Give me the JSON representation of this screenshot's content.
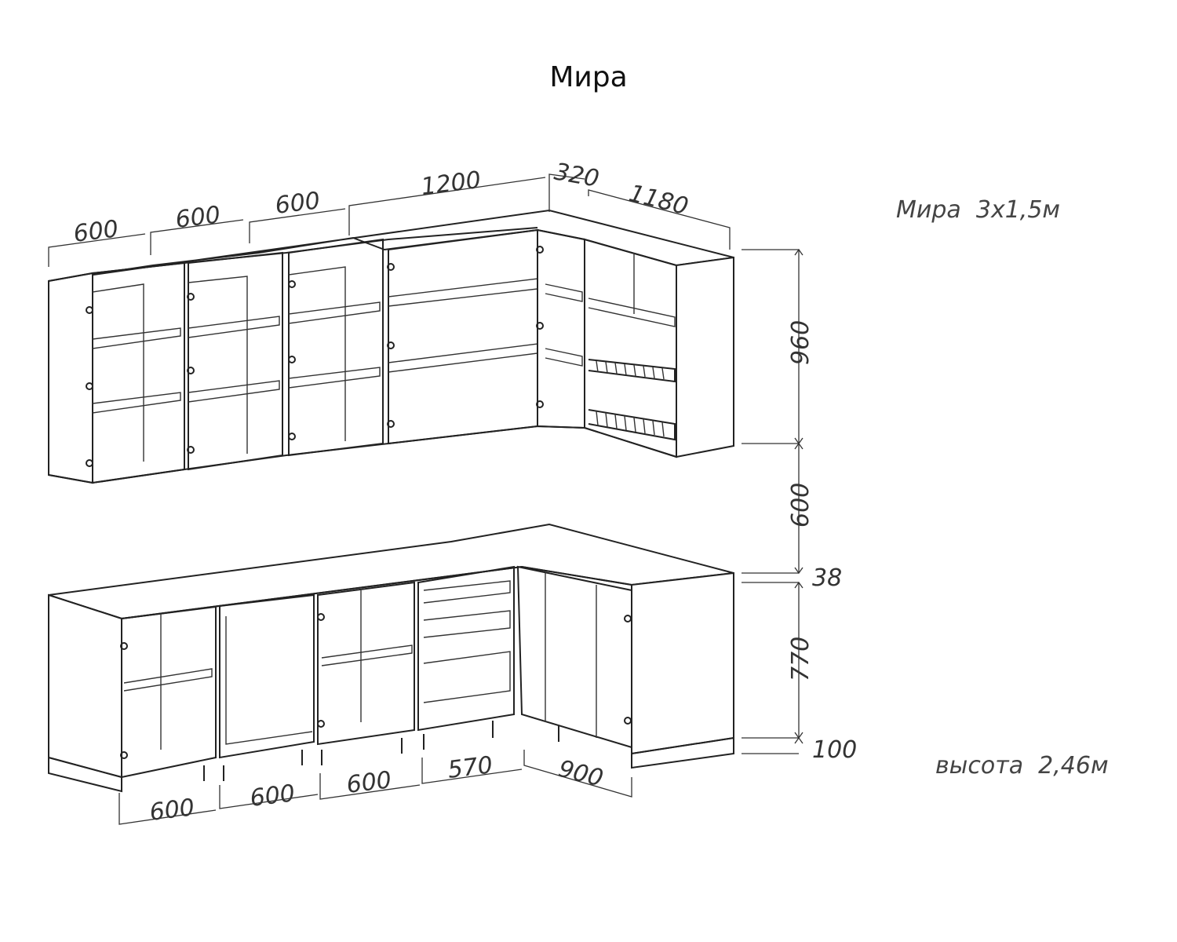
{
  "title": "Мира",
  "notes": {
    "size": "Мира  3х1,5м",
    "height": "высота  2,46м"
  },
  "dimensions": {
    "upper": [
      "600",
      "600",
      "600",
      "1200",
      "320",
      "1180"
    ],
    "vertical": [
      "960",
      "600",
      "38",
      "770",
      "100"
    ],
    "lower": [
      "600",
      "600",
      "600",
      "570",
      "900"
    ]
  },
  "colors": {
    "line": "#222222",
    "background": "#ffffff"
  }
}
